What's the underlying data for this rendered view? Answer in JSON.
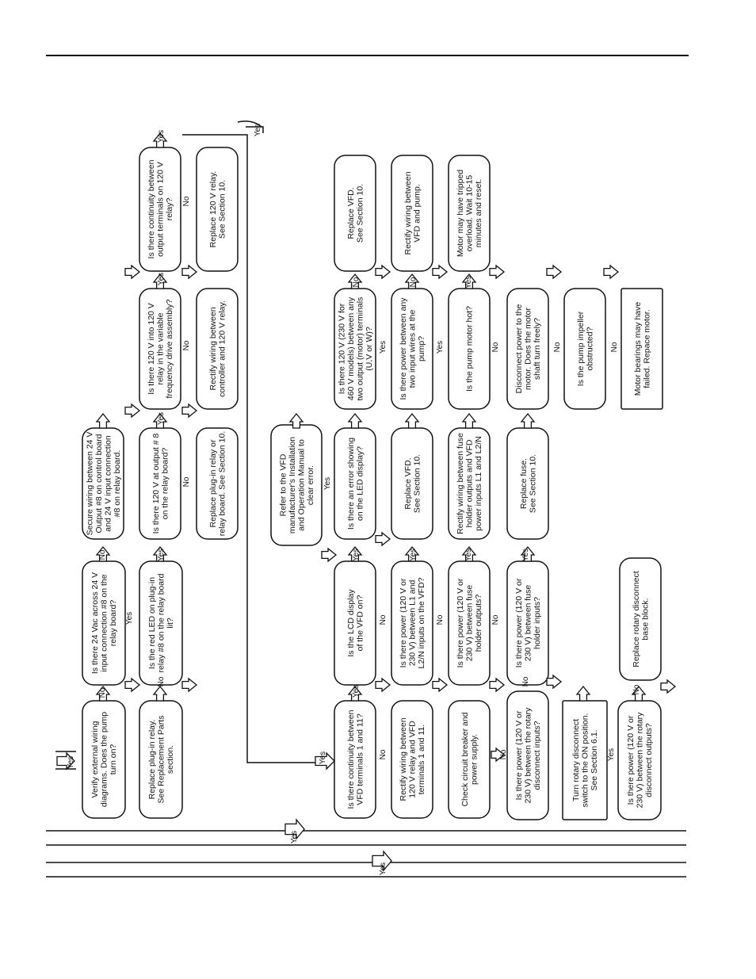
{
  "nodes": [
    {
      "id": "verify_external_wiring",
      "shape": "terminal",
      "lines": [
        "Verify external wiring",
        "diagrams. Does the pump",
        "turn on?"
      ]
    },
    {
      "id": "q_24vac",
      "shape": "terminal",
      "lines": [
        "Is there 24 Vac across 24 V",
        "input connection #8 on the",
        "relay board?"
      ]
    },
    {
      "id": "secure_wiring",
      "shape": "terminal",
      "lines": [
        "Secure wiring between 24 V",
        "Output #8 on control board",
        "and  24 V input connection",
        "#8 on relay board."
      ]
    },
    {
      "id": "replace_plugin_relay",
      "shape": "terminal",
      "lines": [
        "Replace plug-in relay.",
        "See Replacement Parts",
        "section."
      ]
    },
    {
      "id": "q_red_led",
      "shape": "terminal",
      "lines": [
        "Is the red LED on plug-in",
        "relay #8 on the relay board",
        "lit?"
      ]
    },
    {
      "id": "q_120v_output8",
      "shape": "terminal",
      "lines": [
        "Is there 120 V at output # 8",
        "on the relay board?"
      ]
    },
    {
      "id": "replace_relay_board",
      "shape": "terminal",
      "lines": [
        "Replace plug-in relay or",
        "relay board. See Section 10."
      ]
    },
    {
      "id": "q_120v_vfd_relay",
      "shape": "terminal",
      "lines": [
        "Is there 120 V into 120 V",
        "relay in the variable",
        "frequency drive assembly?"
      ]
    },
    {
      "id": "rectify_controller_relay",
      "shape": "terminal",
      "lines": [
        "Rectify wiring between",
        "controller and 120 V relay."
      ]
    },
    {
      "id": "q_continuity_120v",
      "shape": "terminal",
      "lines": [
        "Is there continuity between",
        "output terminals on 120 V",
        "relay?"
      ]
    },
    {
      "id": "replace_120v_relay",
      "shape": "terminal",
      "lines": [
        "Replace 120 V relay.",
        "See Section 10."
      ]
    },
    {
      "id": "q_continuity_vfd",
      "shape": "terminal",
      "lines": [
        "Is there continuity between",
        "VFD terminals 1 and 11?"
      ]
    },
    {
      "id": "rectify_relay_vfd",
      "shape": "terminal",
      "lines": [
        "Rectify wiring between",
        "120 V relay and VFD",
        "terminals 1 and 11."
      ]
    },
    {
      "id": "q_lcd",
      "shape": "terminal",
      "lines": [
        "Is the LCD display",
        "of the VFD on?"
      ]
    },
    {
      "id": "q_error",
      "shape": "terminal",
      "lines": [
        "Is there an error showing",
        "on the LED display?"
      ]
    },
    {
      "id": "refer_manual",
      "shape": "terminal",
      "lines": [
        "Refer to the VFD",
        "manufacturer's Installation",
        "and Operation Manual to",
        "clear error."
      ]
    },
    {
      "id": "q_motor_terminals",
      "shape": "terminal",
      "lines": [
        "Is there 120 V (230 V for",
        "460 V models) between any",
        "two output (motor) terminals",
        "(U,V or W)?"
      ]
    },
    {
      "id": "replace_vfd_top",
      "shape": "terminal",
      "lines": [
        "Replace VFD.",
        "See Section 10."
      ]
    },
    {
      "id": "q_power_l1l2",
      "shape": "terminal",
      "lines": [
        "Is there power (120 V or",
        "230 V) between L1 and",
        "L2/N inputs on the VFD?"
      ]
    },
    {
      "id": "replace_vfd_mid",
      "shape": "terminal",
      "lines": [
        "Replace VFD.",
        "See Section 10."
      ]
    },
    {
      "id": "q_pump_wires",
      "shape": "terminal",
      "lines": [
        "Is there power between any",
        "two input wires  at the",
        "pump?"
      ]
    },
    {
      "id": "rectify_vfd_pump",
      "shape": "terminal",
      "lines": [
        "Rectify wiring between",
        "VFD and pump."
      ]
    },
    {
      "id": "check_breaker",
      "shape": "terminal",
      "lines": [
        "Check circuit breaker and",
        "power supply."
      ]
    },
    {
      "id": "q_fuse_outputs",
      "shape": "terminal",
      "lines": [
        "Is there power (120 V or",
        "230 V) between fuse",
        "holder outputs?"
      ]
    },
    {
      "id": "rectify_fuse_vfd",
      "shape": "terminal",
      "lines": [
        "Rectify wiring between fuse",
        "holder outputs and VFD",
        "power inputs L1 and L2/N"
      ]
    },
    {
      "id": "q_motor_hot",
      "shape": "terminal",
      "lines": [
        "Is the pump motor hot?"
      ]
    },
    {
      "id": "motor_overload",
      "shape": "terminal",
      "lines": [
        "Motor may have tripped",
        "overload. Wait 10-15",
        "minutes and reset."
      ]
    },
    {
      "id": "q_rotary_inputs",
      "shape": "terminal",
      "lines": [
        "Is there power (120 V or",
        "230 V) between the rotary",
        "disconnect inputs?"
      ]
    },
    {
      "id": "q_fuse_inputs",
      "shape": "terminal",
      "lines": [
        "Is there power (120 V or",
        "230 V) between fuse",
        "holder inputs?"
      ]
    },
    {
      "id": "replace_fuse",
      "shape": "terminal",
      "lines": [
        "Replace fuse.",
        "See Section 10."
      ]
    },
    {
      "id": "q_shaft",
      "shape": "terminal",
      "lines": [
        "Disconnect power to the",
        "motor. Does the motor",
        "shaft turn freely?"
      ]
    },
    {
      "id": "turn_rotary_on",
      "shape": "plain",
      "lines": [
        "Turn rotary disconnect",
        "switch to the ON position.",
        "See Section 6.1."
      ]
    },
    {
      "id": "q_impeller",
      "shape": "terminal",
      "lines": [
        "Is the pump impeller",
        "obstructed?"
      ]
    },
    {
      "id": "replace_base_block",
      "shape": "terminal",
      "lines": [
        "Replace rotary disconnect",
        "base block."
      ]
    },
    {
      "id": "q_rotary_outputs",
      "shape": "terminal",
      "lines": [
        "Is there power (120 V or",
        "230 V) between the rotary",
        "disconnect outputs?"
      ]
    },
    {
      "id": "motor_bearings",
      "shape": "plain",
      "lines": [
        "Motor bearings may have",
        "failed.  Repace motor."
      ]
    }
  ],
  "edge_labels": {
    "yes": "Yes",
    "no": "No"
  }
}
